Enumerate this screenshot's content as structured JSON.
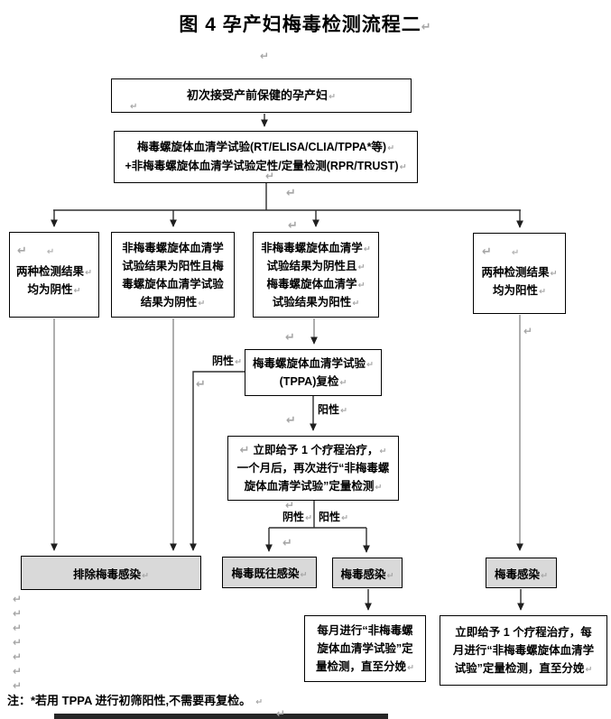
{
  "title": {
    "text": "图 4  孕产妇梅毒检测流程二"
  },
  "marks": {
    "glyph": "↵"
  },
  "boxes": {
    "start": {
      "lines": [
        "初次接受产前保健的孕产妇"
      ]
    },
    "screening": {
      "lines": [
        "梅毒螺旋体血清学试验(RT/ELISA/CLIA/TPPA*等)",
        "+非梅毒螺旋体血清学试验定性/定量检测(RPR/TRUST)"
      ]
    },
    "branch_both_negative": {
      "lines": [
        "两种检测结果",
        "均为阴性"
      ]
    },
    "branch_nontrep_pos_trep_neg": {
      "lines": [
        "非梅毒螺旋体血清学",
        "试验结果为阳性且梅",
        "毒螺旋体血清学试验",
        "结果为阴性"
      ]
    },
    "branch_nontrep_neg_trep_pos": {
      "lines": [
        "非梅毒螺旋体血清学",
        "试验结果为阴性且",
        "梅毒螺旋体血清学",
        "试验结果为阳性"
      ]
    },
    "branch_both_positive": {
      "lines": [
        "两种检测结果",
        "均为阳性"
      ]
    },
    "tppa_recheck": {
      "lines": [
        "梅毒螺旋体血清学试验",
        "(TPPA)复检"
      ]
    },
    "treatment": {
      "lines": [
        "立即给予 1 个疗程治疗，",
        "一个月后，再次进行“非梅毒螺",
        "旋体血清学试验”定量检测"
      ]
    },
    "excluded": {
      "label": "排除梅毒感染"
    },
    "past_infection": {
      "label": "梅毒既往感染"
    },
    "infection_middle": {
      "label": "梅毒感染"
    },
    "infection_right": {
      "label": "梅毒感染"
    },
    "monthly_monitor": {
      "lines": [
        "每月进行“非梅毒螺",
        "旋体血清学试验”定",
        "量检测，直至分娩"
      ]
    },
    "treat_and_monitor": {
      "lines": [
        "立即给予 1 个疗程治疗，每",
        "月进行“非梅毒螺旋体血清学",
        "试验”定量检测，直至分娩"
      ]
    }
  },
  "labels": {
    "tppa_negative": "阴性",
    "tppa_positive": "阳性",
    "quant_negative": "阴性",
    "quant_positive": "阳性"
  },
  "note": {
    "text": "注：*若用 TPPA  进行初筛阳性,不需要再复检。"
  },
  "colors": {
    "gray_fill": "#d9d9d9",
    "mark_gray": "#a6a6a6",
    "line_dark": "#2e2e2e",
    "line_gray": "#8c8c8c",
    "arrowhead": "#1f1f1f"
  }
}
